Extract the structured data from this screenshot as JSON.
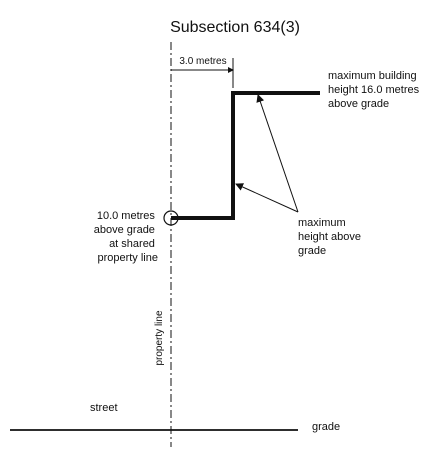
{
  "title": "Subsection 634(3)",
  "dimension_label": "3.0 metres",
  "max_building_height": [
    "maximum building",
    "height 16.0 metres",
    "above grade"
  ],
  "max_height_above_grade": [
    "maximum",
    "height above",
    "grade"
  ],
  "shared_property_line_height": [
    "10.0 metres",
    "above grade",
    "at shared",
    "property line"
  ],
  "property_line_label": "property line",
  "street_label": "street",
  "grade_label": "grade",
  "colors": {
    "line": "#111111",
    "background": "#ffffff"
  }
}
